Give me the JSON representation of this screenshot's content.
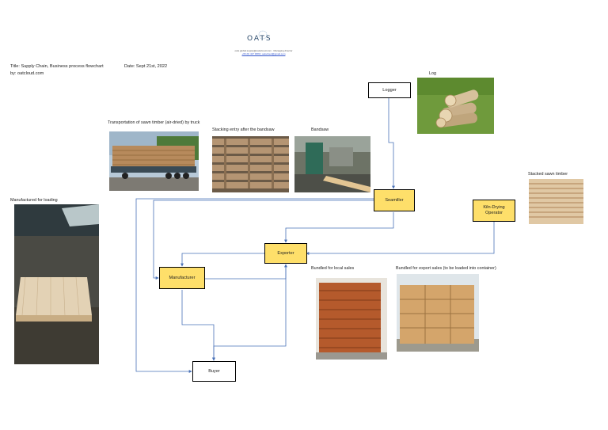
{
  "logo": {
    "wordmark": "OATS",
    "line1": "oats.global.supply@oatscloud.com · Managing director",
    "line2": "+66 (0) 427 9683 | oatscloud@gmail.com"
  },
  "header": {
    "title": "Title: Supply Chain, Business process flowchart",
    "date": "Date: Sept 21st, 2022",
    "by": "by: oatcloud.com"
  },
  "nodes": {
    "logger": "Logger",
    "seamiller": "Seamiller",
    "kiln": "Kiln-Drying Operator",
    "exporter": "Exporter",
    "manufacturer": "Manufacturer",
    "buyer": "Buyer"
  },
  "captions": {
    "log": "Log",
    "transport": "Transportation of sawn timber (air-dried) by truck",
    "stacking": "Stacking entry after the bandsaw",
    "bandsaw": "Bandsaw",
    "stacked": "Stacked sawn timber",
    "manufactured": "Manufactured for loading",
    "local": "Bundled for local sales",
    "export": "Bundled for export sales (to be loaded into container)"
  },
  "colors": {
    "process_fill": "#fedf6a",
    "connector": "#4a72b8"
  }
}
